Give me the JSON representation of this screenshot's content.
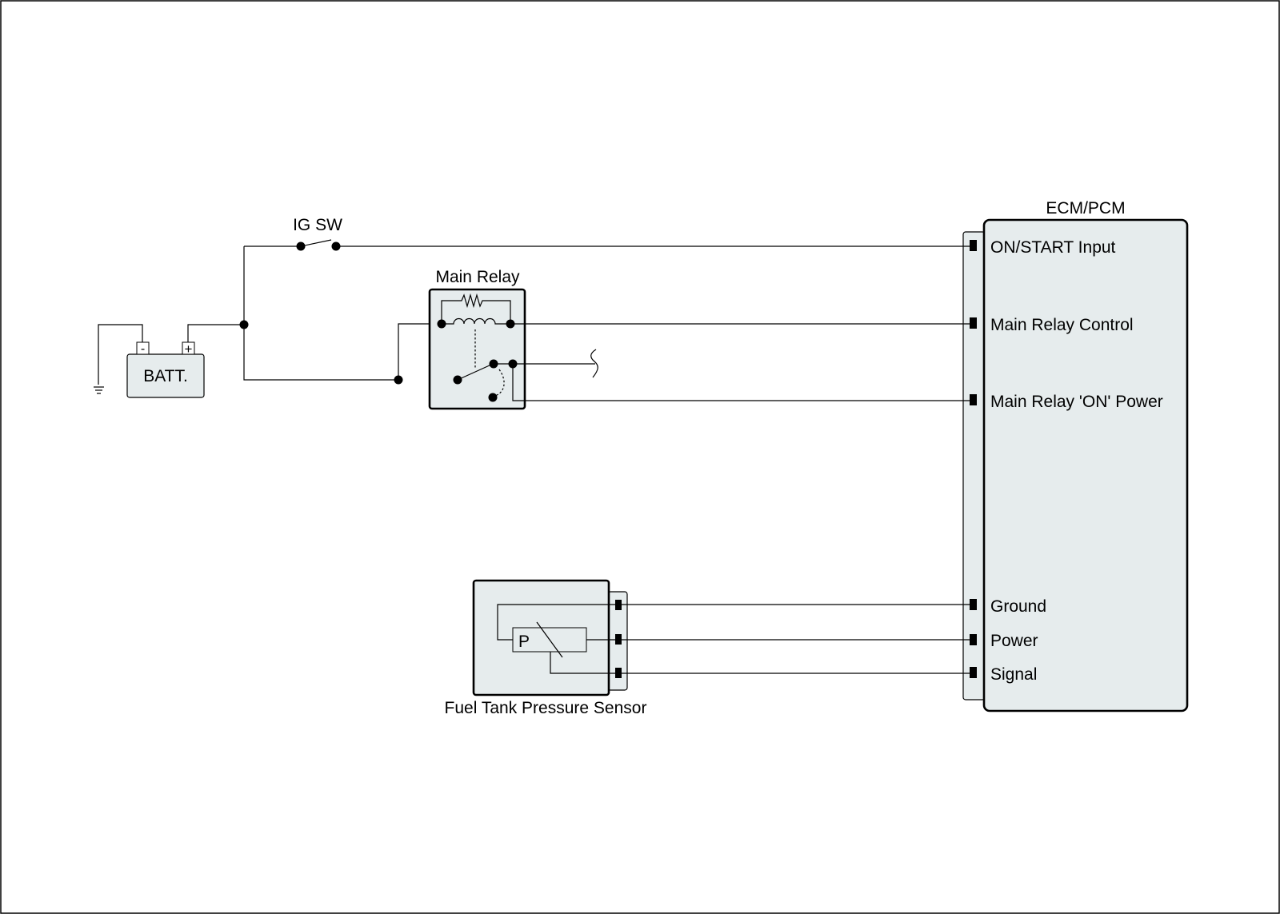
{
  "labels": {
    "ig_switch": "IG SW",
    "main_relay": "Main Relay",
    "battery": "BATT.",
    "battery_negative": "-",
    "battery_positive": "+",
    "ecm": "ECM/PCM",
    "sensor": "Fuel Tank Pressure Sensor",
    "sensor_symbol": "P"
  },
  "ecm_pins": {
    "on_start_input": "ON/START Input",
    "main_relay_control": "Main Relay Control",
    "main_relay_on_power": "Main Relay 'ON' Power",
    "ground": "Ground",
    "power": "Power",
    "signal": "Signal"
  },
  "colors": {
    "component_fill": "#e6eced",
    "line": "#000000",
    "background": "#ffffff"
  }
}
